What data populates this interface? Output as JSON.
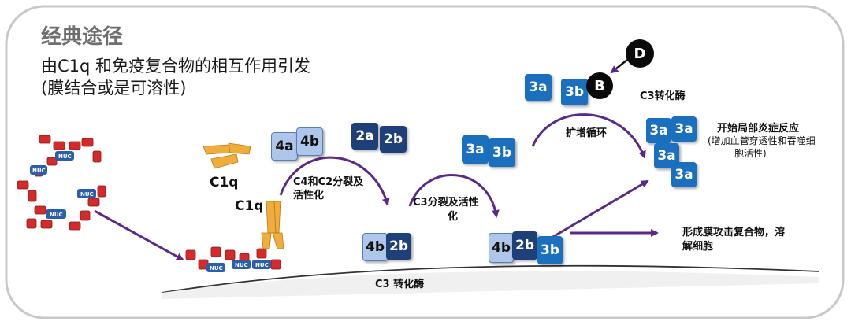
{
  "diagram": {
    "title": "经典途径",
    "subtitle_line1": "由C1q 和免疫复合物的相互作用引发",
    "subtitle_line2": "(膜结合或是可溶性)",
    "c1q_label_1": "C1q",
    "c1q_label_2": "C1q",
    "nuc_label": "NUC",
    "step1_line1": "C4和C2分裂及",
    "step1_line2": "活性化",
    "step2_line1": "C3分裂及活性",
    "step2_line2": "化",
    "c3_convertase_bottom": "C3 转化酶",
    "c3_convertase_top": "C3转化酶",
    "amplification_loop": "扩增循环",
    "inflammation_line1": "开始局部炎症反应",
    "inflammation_line2": "(增加血管穿透性和吞噬细",
    "inflammation_line3": "胞活性)",
    "mac_line1": "形成膜攻击复合物，溶",
    "mac_line2": "解细胞",
    "block_4a": "4a",
    "block_4b": "4b",
    "block_2a": "2a",
    "block_2b": "2b",
    "block_3a": "3a",
    "block_3b": "3b",
    "block_4b_mem1": "4b",
    "block_2b_mem1": "2b",
    "block_4b_mem2": "4b",
    "block_2b_mem2": "2b",
    "block_3b_mem2": "3b",
    "block_3a_top": "3a",
    "block_3b_top": "3b",
    "factor_b": "B",
    "factor_d": "D",
    "cluster_3a_1": "3a",
    "cluster_3a_2": "3a",
    "cluster_3a_3": "3a",
    "cluster_3a_4": "3a",
    "colors": {
      "arrow": "#5b2a86",
      "light_block": "#aec6ea",
      "dark_block": "#1f3f78",
      "mid_block": "#1a6fbf",
      "antibody": "#d42a2a",
      "nuc": "#2a5fb0",
      "c1q": "#f0ad3c"
    }
  }
}
